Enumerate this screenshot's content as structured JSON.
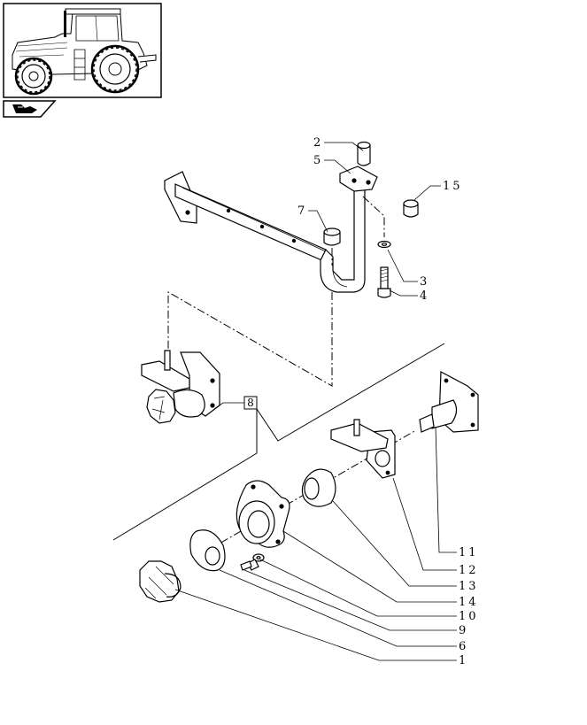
{
  "callouts": [
    {
      "id": "c2",
      "text": "2"
    },
    {
      "id": "c5",
      "text": "5"
    },
    {
      "id": "c15",
      "text": "15"
    },
    {
      "id": "c7",
      "text": "7"
    },
    {
      "id": "c3",
      "text": "3"
    },
    {
      "id": "c4",
      "text": "4"
    },
    {
      "id": "c8",
      "text": "8"
    },
    {
      "id": "c11",
      "text": "11"
    },
    {
      "id": "c12",
      "text": "12"
    },
    {
      "id": "c13",
      "text": "13"
    },
    {
      "id": "c14",
      "text": "14"
    },
    {
      "id": "c10",
      "text": "10"
    },
    {
      "id": "c9",
      "text": "9"
    },
    {
      "id": "c6",
      "text": "6"
    },
    {
      "id": "c1",
      "text": "1"
    }
  ],
  "icons": {
    "thumbnail": "tractor-thumbnail-icon",
    "nav": "book-arrow-icon"
  }
}
